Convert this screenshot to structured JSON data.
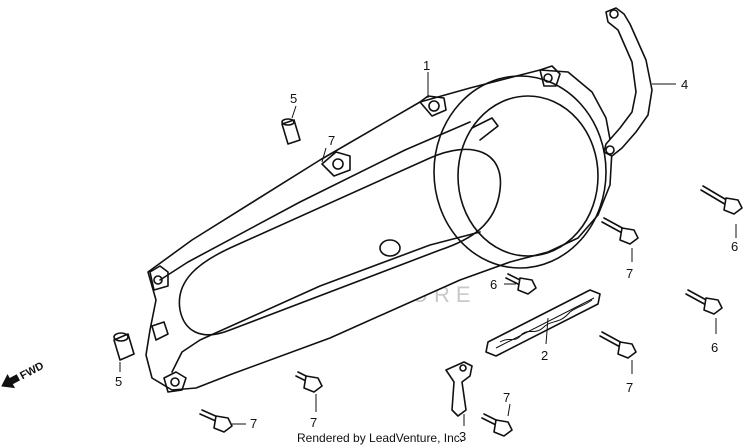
{
  "diagram": {
    "callouts": [
      "1",
      "2",
      "3",
      "4",
      "5",
      "5",
      "6",
      "6",
      "6",
      "7",
      "7",
      "7",
      "7",
      "7",
      "7"
    ],
    "forward_label": "FWD",
    "watermark": "LEADVENTURE",
    "footer": "Rendered by LeadVenture, Inc."
  },
  "colors": {
    "line": "#111111",
    "background": "#ffffff",
    "watermark": "#c9c9c9"
  }
}
